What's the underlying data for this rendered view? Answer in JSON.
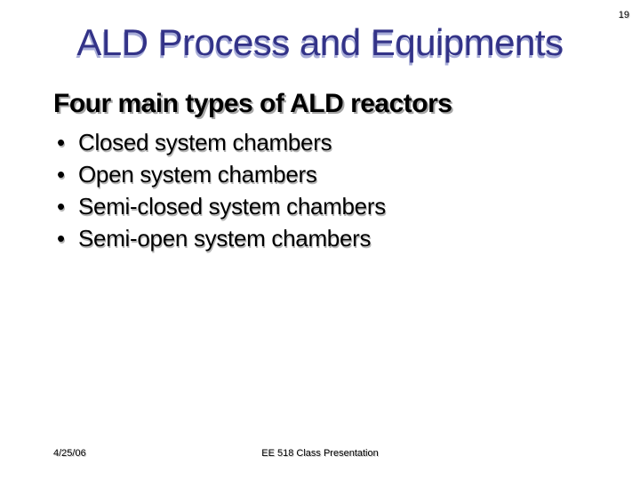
{
  "page_number": "19",
  "title": "ALD Process and Equipments",
  "body": {
    "heading": "Four main types of ALD reactors",
    "bullet_char": "•",
    "bullets": [
      "Closed system chambers",
      "Open system chambers",
      "Semi-closed system chambers",
      "Semi-open system chambers"
    ]
  },
  "footer": {
    "date": "4/25/06",
    "center": "EE 518 Class Presentation"
  },
  "colors": {
    "background": "#ffffff",
    "title": "#333388",
    "title_shadow": "#a9aed8",
    "text": "#000000"
  }
}
